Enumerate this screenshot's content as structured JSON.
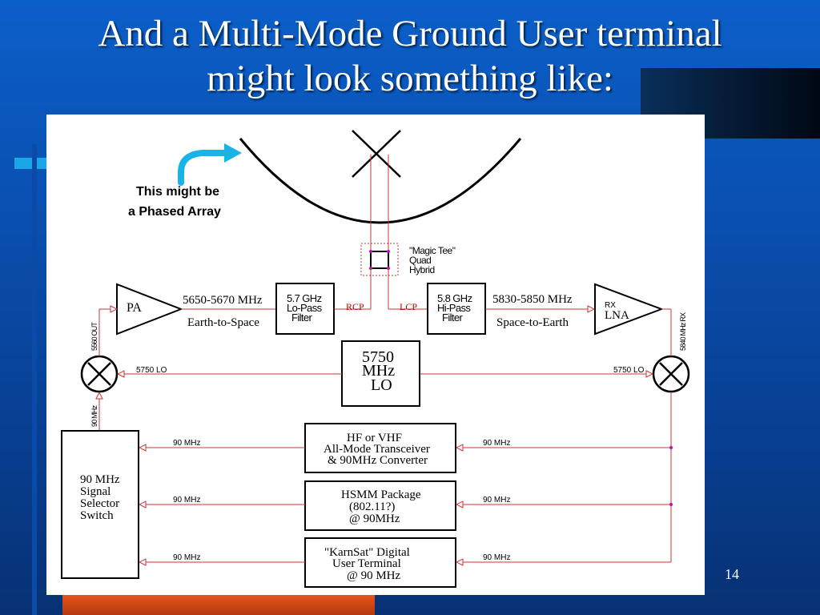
{
  "slide": {
    "title_line1": "And a Multi-Mode Ground User terminal",
    "title_line2": "might look something like:",
    "page_number": "14"
  },
  "diagram": {
    "phased_array_note_line1": "This might be",
    "phased_array_note_line2": "a Phased Array",
    "magic_tee_line1": "\"Magic Tee\"",
    "magic_tee_line2": "Quad",
    "magic_tee_line3": "Hybrid",
    "pa_label": "PA",
    "uplink_freq": "5650-5670 MHz",
    "uplink_dir": "Earth-to-Space",
    "lpf_line1": "5.7 GHz",
    "lpf_line2": "Lo-Pass",
    "lpf_line3": "Filter",
    "rcp_label": "RCP",
    "lcp_label": "LCP",
    "hpf_line1": "5.8 GHz",
    "hpf_line2": "Hi-Pass",
    "hpf_line3": "Filter",
    "downlink_freq": "5830-5850 MHz",
    "downlink_dir": "Space-to-Earth",
    "rx_label": "RX",
    "lna_label": "LNA",
    "tx_out_label": "5560 OUT",
    "rx_in_label": "5840 MHz RX",
    "lo_left_label": "5750 LO",
    "lo_right_label": "5750 LO",
    "lo_box_line1": "5750",
    "lo_box_line2": "MHz",
    "lo_box_line3": "LO",
    "if_left_vertical": "90 MHz",
    "selector_line1": "90 MHz",
    "selector_line2": "Signal",
    "selector_line3": "Selector",
    "selector_line4": "Switch",
    "path_label_left_1": "90 MHz",
    "path_label_left_2": "90 MHz",
    "path_label_left_3": "90 MHz",
    "path_label_right_1": "90 MHz",
    "path_label_right_2": "90 MHz",
    "path_label_right_3": "90 MHz",
    "transceiver_line1": "HF or VHF",
    "transceiver_line2": "All-Mode Transceiver",
    "transceiver_line3": "& 90MHz Converter",
    "hsmm_line1": "HSMM Package",
    "hsmm_line2": "(802.11?)",
    "hsmm_line3": "@ 90MHz",
    "karnsat_line1": "\"KarnSat\" Digital",
    "karnsat_line2": "User Terminal",
    "karnsat_line3": "@ 90 MHz"
  },
  "colors": {
    "callout_arrow": "#19b3e6",
    "signal_line": "#cc3333",
    "junction_dot": "#cc00cc"
  }
}
